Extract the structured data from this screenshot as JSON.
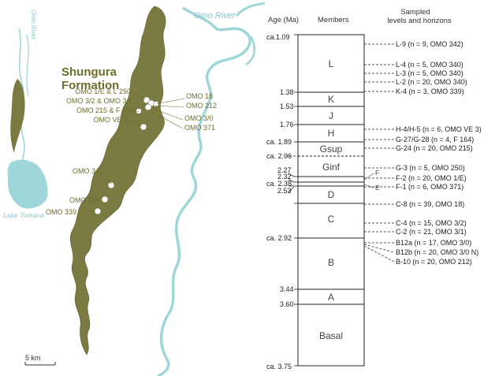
{
  "map": {
    "title_line1": "Shungura",
    "title_line2": "Formation",
    "omo_river": "Omo River",
    "omo_river_small": "Omo River",
    "lake_turkana": "Lake Turkana",
    "scale_label": "5 km",
    "site_labels": [
      "OMO 1/E & L 250",
      "OMO 3/2 & OMO 3/1",
      "OMO 215 & F 164",
      "OMO VE 3",
      "OMO 18",
      "OMO 212",
      "OMO 3/0",
      "OMO 371",
      "OMO 342",
      "OMO 340",
      "OMO 339"
    ],
    "colors": {
      "formation": "#7a7a42",
      "water": "#9ed6d9",
      "label": "#6e6e2a"
    }
  },
  "column": {
    "header_age": "Age (Ma)",
    "header_members": "Members",
    "header_sampled_1": "Sampled",
    "header_sampled_2": "levels and horizons",
    "ages": [
      "ca.1.09",
      "1.38",
      "1.53",
      "1.76",
      "ca. 1.89",
      "ca. 2.06",
      "2.27",
      "2.32",
      "ca. 2.38",
      "2.53",
      "ca. 2.92",
      "3.44",
      "3.60",
      "ca. 3.75"
    ],
    "members": [
      "L",
      "K",
      "J",
      "H",
      "Gsup",
      "Ginf",
      "F",
      "E",
      "D",
      "C",
      "B",
      "A",
      "Basal"
    ],
    "samples": [
      "L-9 (n = 9, OMO 342)",
      "L-4 (n = 5, OMO 340)",
      "L-3 (n = 5, OMO 340)",
      "L-2 (n = 20, OMO 340)",
      "K-4 (n = 3, OMO 339)",
      "H-4/H-5 (n = 6, OMO VE 3)",
      "G-27/G-28 (n = 4, F 164)",
      "G-24 (n = 20, OMO 215)",
      "G-3 (n = 5, OMO 250)",
      "F-2 (n = 20, OMO 1/E)",
      "F-1 (n = 6, OMO 371)",
      "C-8 (n = 39, OMO 18)",
      "C-4 (n = 15, OMO 3/2)",
      "C-2 (n = 21, OMO 3/1)",
      "B12a (n = 17, OMO 3/0)",
      "B12b (n = 20, OMO 3/0 N)",
      "B-10 (n = 20, OMO 212)"
    ]
  }
}
